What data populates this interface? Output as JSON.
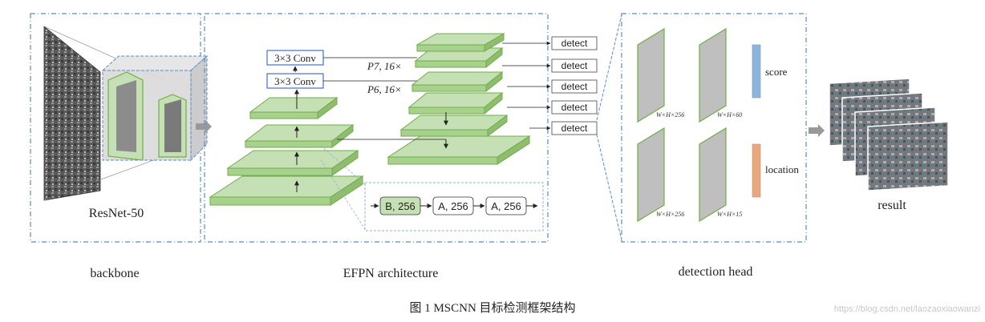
{
  "sections": {
    "backbone": {
      "label": "backbone",
      "model": "ResNet-50"
    },
    "efpn": {
      "label": "EFPN architecture",
      "conv_top": "3×3 Conv",
      "conv_bottom": "3×3 Conv",
      "p7": "P7, 16×",
      "p6": "P6, 16×",
      "detect_labels": [
        "detect",
        "detect",
        "detect",
        "detect",
        "detect"
      ],
      "chain": [
        "B, 256",
        "A, 256",
        "A, 256"
      ]
    },
    "head": {
      "label": "detection head",
      "maps": [
        "W×H×256",
        "W×H×60",
        "W×H×256",
        "W×H×15"
      ],
      "score": "score",
      "location": "location"
    },
    "result": {
      "label": "result"
    }
  },
  "caption": "图 1   MSCNN 目标检测框架结构",
  "watermark": "https://blog.csdn.net/laozaoxiaowanzi",
  "colors": {
    "dash_border": "#5b8cc9",
    "green_fill": "#c5e0b4",
    "green_edge": "#70ad47",
    "conv_border": "#4472c4",
    "score_bar": "#8db4d9",
    "location_bar": "#e7a77f",
    "gray_map": "#bfbfbf"
  }
}
